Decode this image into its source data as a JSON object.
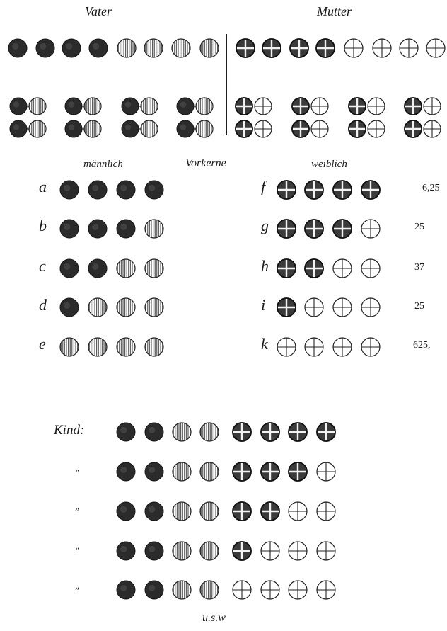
{
  "headers": {
    "father": "Vater",
    "mother": "Mutter"
  },
  "pronuclei": {
    "male": "männlich",
    "title": "Vorkerne",
    "female": "weiblich"
  },
  "male_rows": [
    {
      "letter": "a",
      "dark": 4
    },
    {
      "letter": "b",
      "dark": 3
    },
    {
      "letter": "c",
      "dark": 2
    },
    {
      "letter": "d",
      "dark": 1
    },
    {
      "letter": "e",
      "dark": 0
    }
  ],
  "female_rows": [
    {
      "letter": "f",
      "dark": 4,
      "value": "6,25"
    },
    {
      "letter": "g",
      "dark": 3,
      "value": "25"
    },
    {
      "letter": "h",
      "dark": 2,
      "value": "37"
    },
    {
      "letter": "i",
      "dark": 1,
      "value": "25"
    },
    {
      "letter": "k",
      "dark": 0,
      "value": "625,"
    }
  ],
  "child": {
    "label": "Kind:",
    "ditto": "„",
    "rows": [
      {
        "male_dark": 2,
        "female_dark": 4
      },
      {
        "male_dark": 2,
        "female_dark": 3
      },
      {
        "male_dark": 2,
        "female_dark": 2
      },
      {
        "male_dark": 2,
        "female_dark": 1
      },
      {
        "male_dark": 2,
        "female_dark": 0
      }
    ]
  },
  "footer": "u.s.w"
}
